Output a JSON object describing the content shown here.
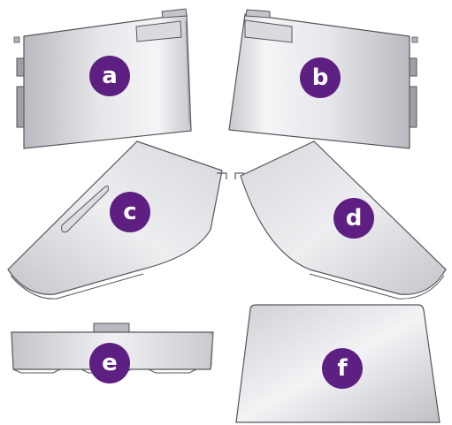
{
  "colors": {
    "badge": "#5e1f82",
    "badge_text": "#ffffff",
    "panel_light": "#f4f4f6",
    "panel_mid": "#cfd0d5",
    "panel_dark": "#a6a7ad",
    "outline": "#55565c"
  },
  "parts": [
    {
      "id": "a",
      "label": "a"
    },
    {
      "id": "b",
      "label": "b"
    },
    {
      "id": "c",
      "label": "c"
    },
    {
      "id": "d",
      "label": "d"
    },
    {
      "id": "e",
      "label": "e"
    },
    {
      "id": "f",
      "label": "f"
    }
  ]
}
